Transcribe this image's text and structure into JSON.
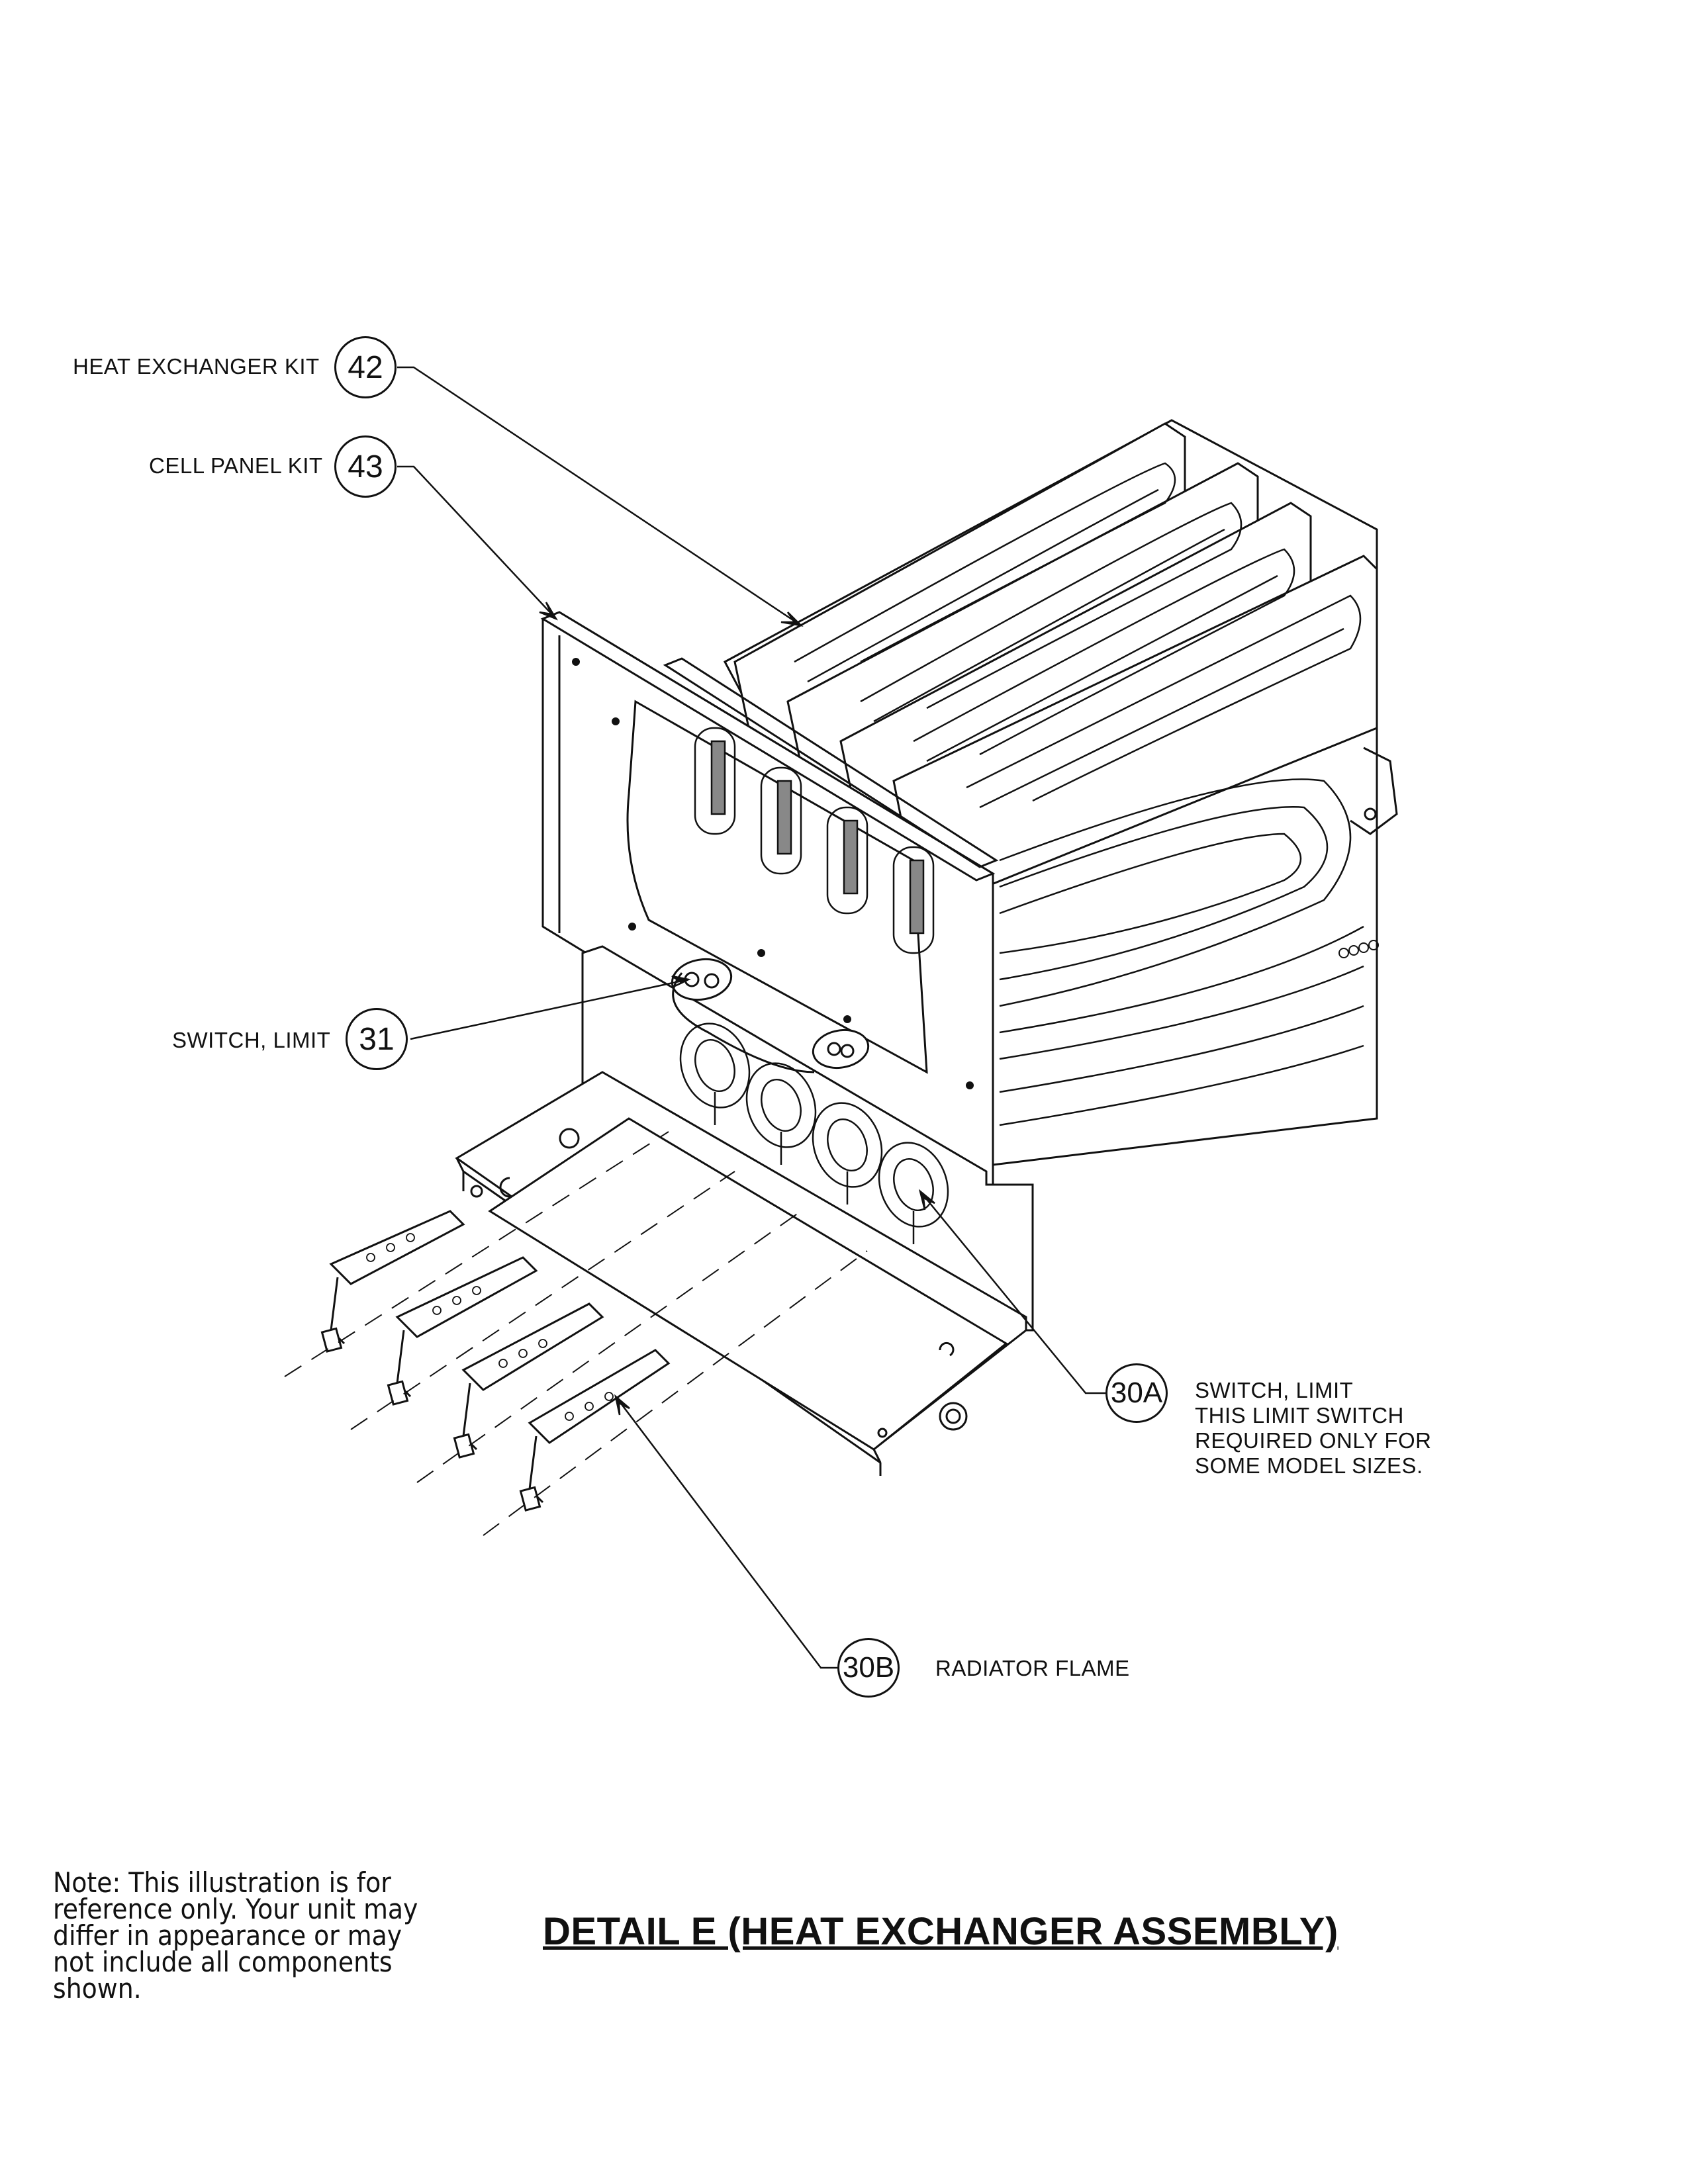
{
  "callouts": {
    "c42": {
      "number": "42",
      "label": "HEAT EXCHANGER KIT"
    },
    "c43": {
      "number": "43",
      "label": "CELL PANEL KIT"
    },
    "c31": {
      "number": "31",
      "label": "SWITCH, LIMIT"
    },
    "c30a": {
      "number": "30A",
      "label_line1": "SWITCH, LIMIT",
      "label_line2": "THIS LIMIT SWITCH",
      "label_line3": "REQUIRED ONLY FOR",
      "label_line4": "SOME MODEL SIZES."
    },
    "c30b": {
      "number": "30B",
      "label": "RADIATOR FLAME"
    }
  },
  "note": "Note: This illustration is for reference only. Your unit may differ in appearance or may not include all components shown.",
  "title": "DETAIL E (HEAT EXCHANGER ASSEMBLY)"
}
